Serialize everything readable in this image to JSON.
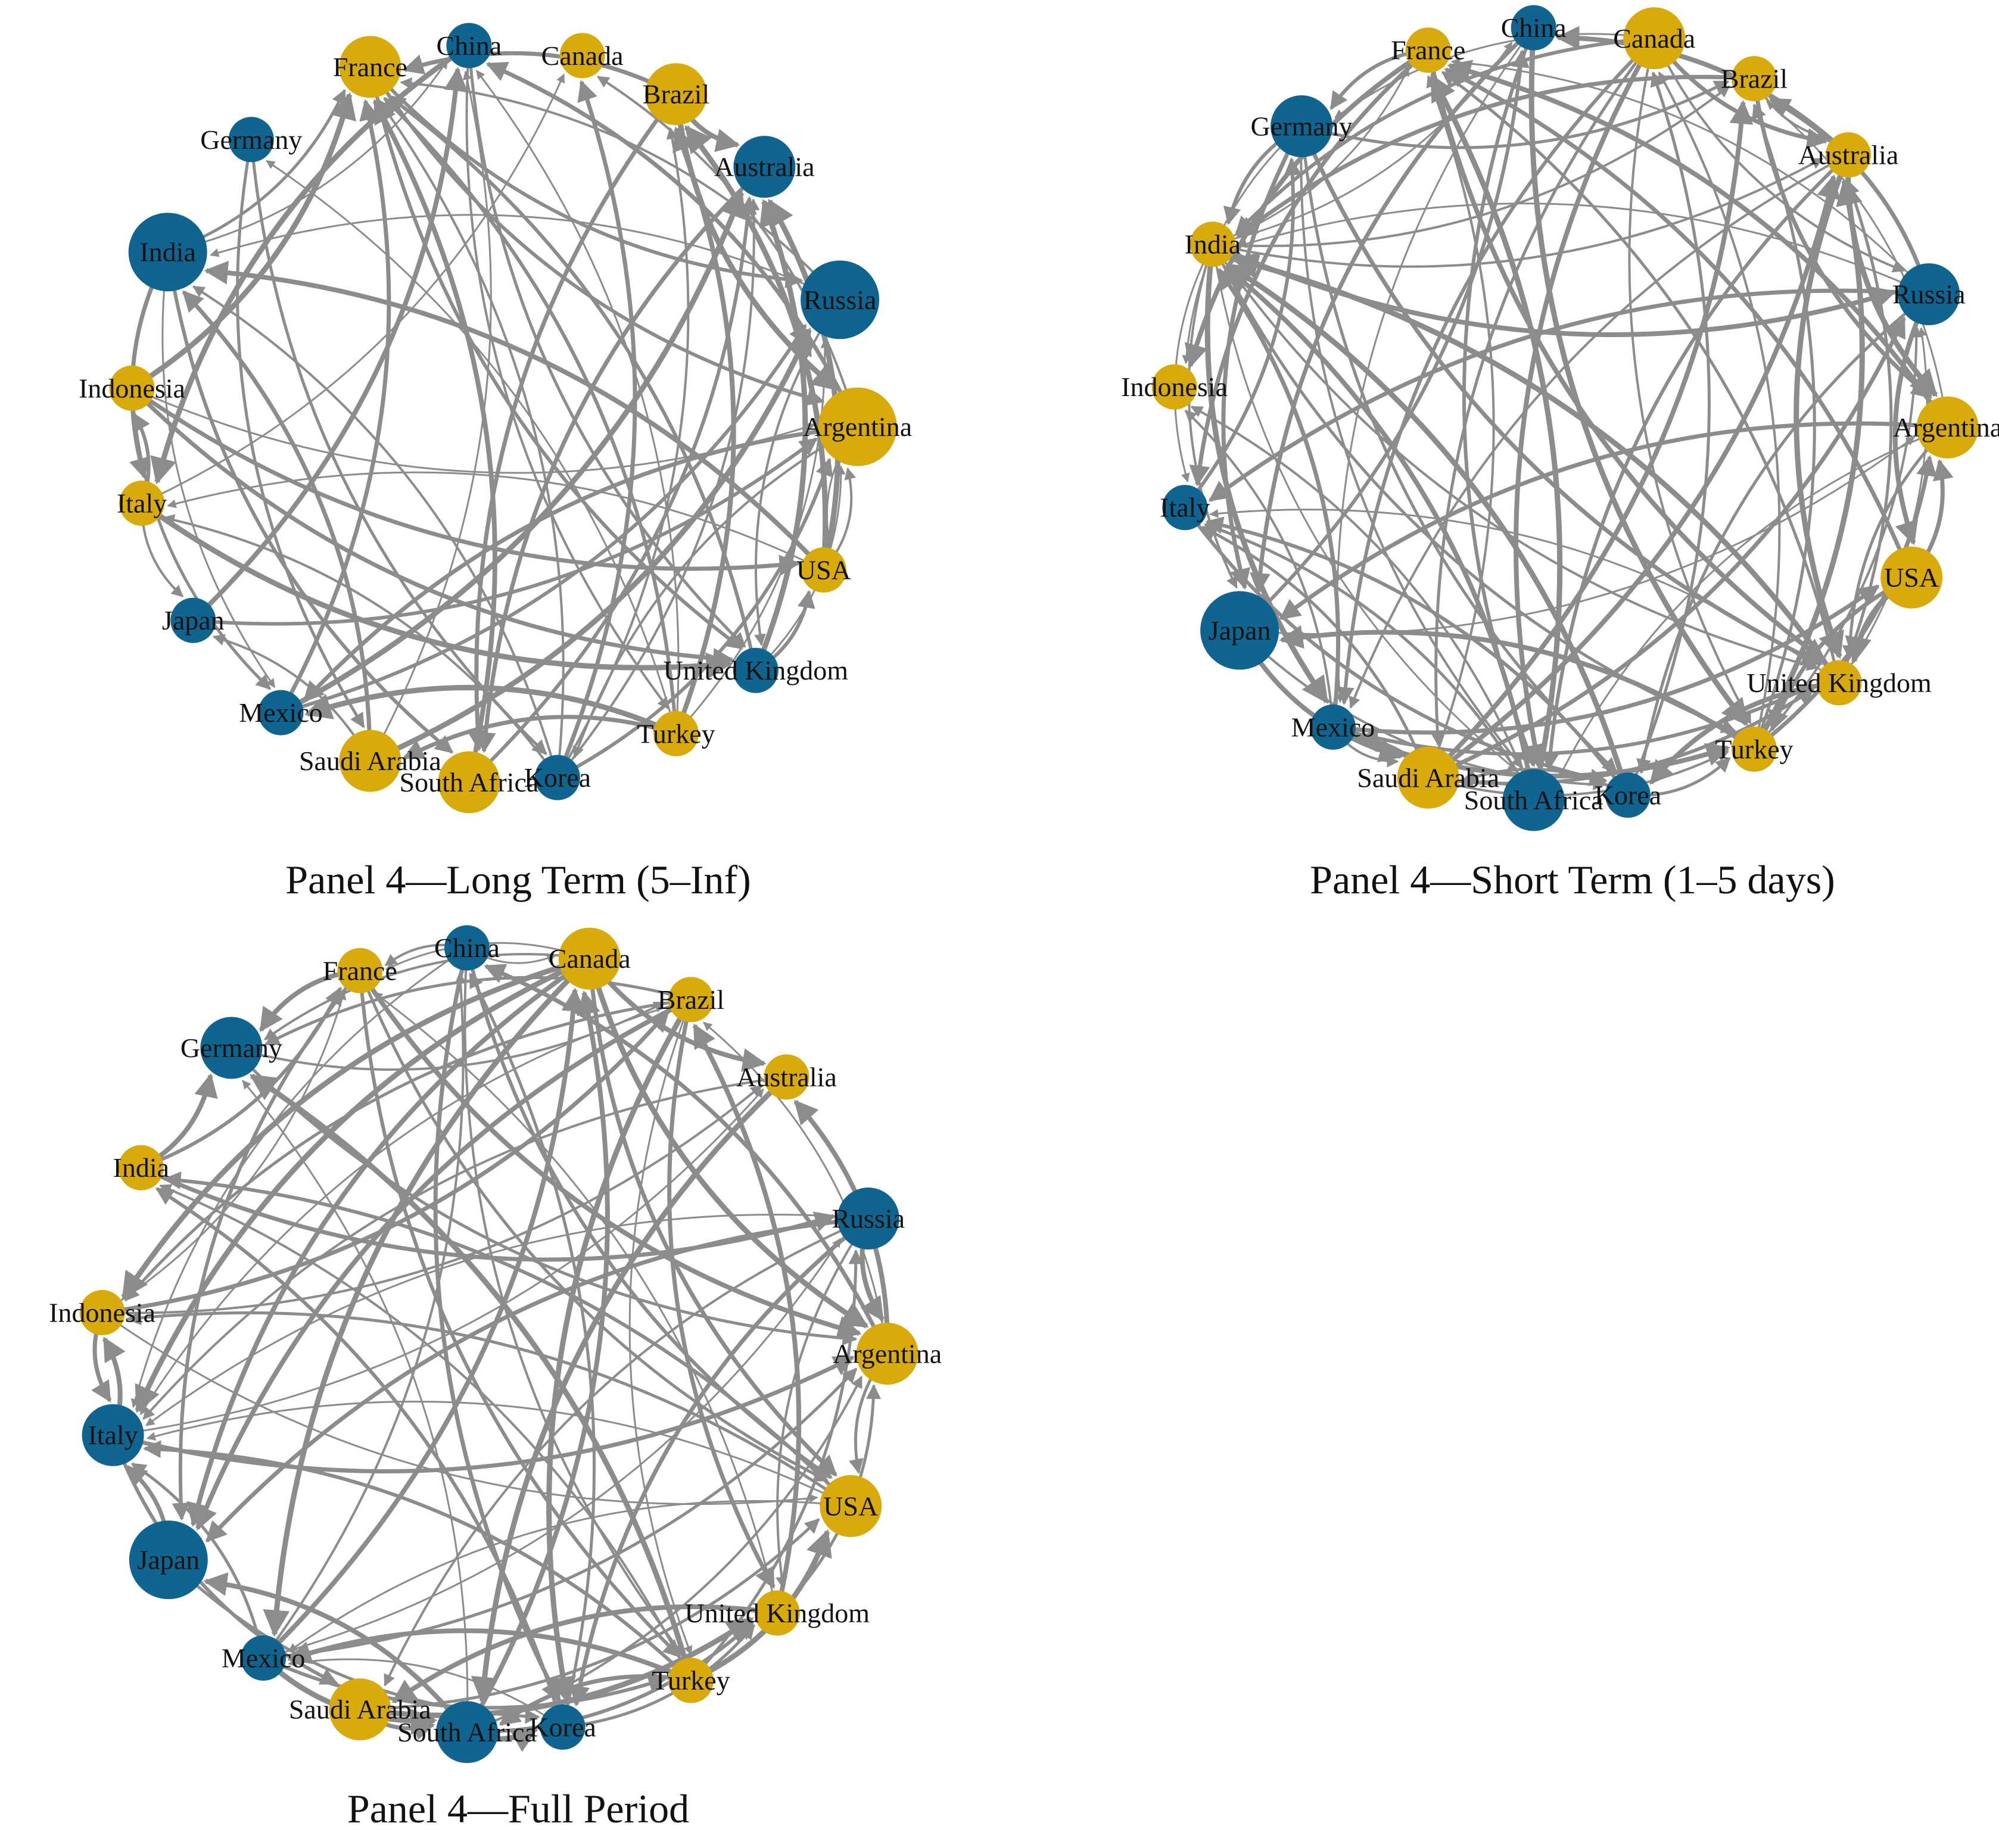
{
  "colors": {
    "blue": "#0f6590",
    "gold": "#d9aa0c",
    "edge": "#8c8c8c"
  },
  "panels": [
    {
      "caption": "Panel 4—Long Term (5–Inf)",
      "nodes": [
        {
          "label": "China",
          "color": "blue",
          "size": "s"
        },
        {
          "label": "Canada",
          "color": "gold",
          "size": "s"
        },
        {
          "label": "Brazil",
          "color": "gold",
          "size": "m"
        },
        {
          "label": "Australia",
          "color": "blue",
          "size": "m"
        },
        {
          "label": "Russia",
          "color": "blue",
          "size": "l"
        },
        {
          "label": "Argentina",
          "color": "gold",
          "size": "l"
        },
        {
          "label": "USA",
          "color": "gold",
          "size": "s"
        },
        {
          "label": "United Kingdom",
          "color": "blue",
          "size": "s"
        },
        {
          "label": "Turkey",
          "color": "gold",
          "size": "s"
        },
        {
          "label": "Korea",
          "color": "blue",
          "size": "s"
        },
        {
          "label": "South Africa",
          "color": "gold",
          "size": "m"
        },
        {
          "label": "Saudi Arabia",
          "color": "gold",
          "size": "m"
        },
        {
          "label": "Mexico",
          "color": "blue",
          "size": "s"
        },
        {
          "label": "Japan",
          "color": "blue",
          "size": "s"
        },
        {
          "label": "Italy",
          "color": "gold",
          "size": "s"
        },
        {
          "label": "Indonesia",
          "color": "gold",
          "size": "s"
        },
        {
          "label": "India",
          "color": "blue",
          "size": "l"
        },
        {
          "label": "Germany",
          "color": "blue",
          "size": "s"
        },
        {
          "label": "France",
          "color": "gold",
          "size": "m"
        }
      ]
    },
    {
      "caption": "Panel 4—Short Term (1–5 days)",
      "nodes": [
        {
          "label": "China",
          "color": "blue",
          "size": "s"
        },
        {
          "label": "Canada",
          "color": "gold",
          "size": "m"
        },
        {
          "label": "Brazil",
          "color": "gold",
          "size": "s"
        },
        {
          "label": "Australia",
          "color": "gold",
          "size": "s"
        },
        {
          "label": "Russia",
          "color": "blue",
          "size": "m"
        },
        {
          "label": "Argentina",
          "color": "gold",
          "size": "m"
        },
        {
          "label": "USA",
          "color": "gold",
          "size": "m"
        },
        {
          "label": "United Kingdom",
          "color": "gold",
          "size": "s"
        },
        {
          "label": "Turkey",
          "color": "gold",
          "size": "s"
        },
        {
          "label": "Korea",
          "color": "blue",
          "size": "s"
        },
        {
          "label": "South Africa",
          "color": "blue",
          "size": "m"
        },
        {
          "label": "Saudi Arabia",
          "color": "gold",
          "size": "m"
        },
        {
          "label": "Mexico",
          "color": "blue",
          "size": "s"
        },
        {
          "label": "Japan",
          "color": "blue",
          "size": "l"
        },
        {
          "label": "Italy",
          "color": "blue",
          "size": "s"
        },
        {
          "label": "Indonesia",
          "color": "gold",
          "size": "s"
        },
        {
          "label": "India",
          "color": "gold",
          "size": "s"
        },
        {
          "label": "Germany",
          "color": "blue",
          "size": "m"
        },
        {
          "label": "France",
          "color": "gold",
          "size": "s"
        }
      ]
    },
    {
      "caption": "Panel 4—Full Period",
      "nodes": [
        {
          "label": "China",
          "color": "blue",
          "size": "s"
        },
        {
          "label": "Canada",
          "color": "gold",
          "size": "m"
        },
        {
          "label": "Brazil",
          "color": "gold",
          "size": "s"
        },
        {
          "label": "Australia",
          "color": "gold",
          "size": "s"
        },
        {
          "label": "Russia",
          "color": "blue",
          "size": "m"
        },
        {
          "label": "Argentina",
          "color": "gold",
          "size": "m"
        },
        {
          "label": "USA",
          "color": "gold",
          "size": "m"
        },
        {
          "label": "United Kingdom",
          "color": "gold",
          "size": "s"
        },
        {
          "label": "Turkey",
          "color": "gold",
          "size": "s"
        },
        {
          "label": "Korea",
          "color": "blue",
          "size": "s"
        },
        {
          "label": "South Africa",
          "color": "blue",
          "size": "m"
        },
        {
          "label": "Saudi Arabia",
          "color": "gold",
          "size": "m"
        },
        {
          "label": "Mexico",
          "color": "blue",
          "size": "s"
        },
        {
          "label": "Japan",
          "color": "blue",
          "size": "l"
        },
        {
          "label": "Italy",
          "color": "blue",
          "size": "m"
        },
        {
          "label": "Indonesia",
          "color": "gold",
          "size": "s"
        },
        {
          "label": "India",
          "color": "gold",
          "size": "s"
        },
        {
          "label": "Germany",
          "color": "blue",
          "size": "m"
        },
        {
          "label": "France",
          "color": "gold",
          "size": "s"
        }
      ]
    }
  ]
}
